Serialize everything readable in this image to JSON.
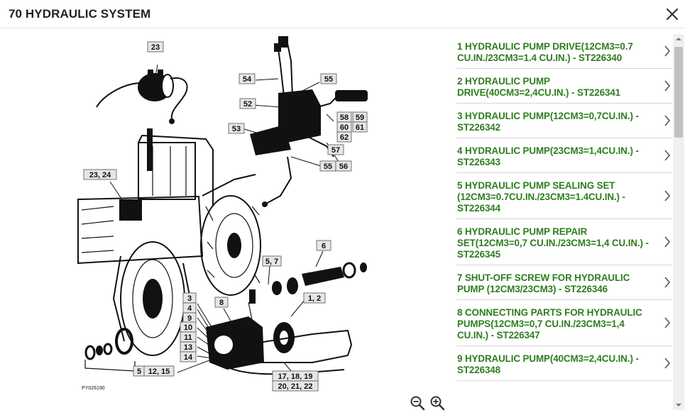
{
  "header": {
    "title": "70 HYDRAULIC SYSTEM"
  },
  "icons": {
    "close": "close-icon",
    "zoom_out": "zoom-out-icon",
    "zoom_in": "zoom-in-icon",
    "chevron": "chevron-right-icon"
  },
  "colors": {
    "link_green": "#2e7d1f",
    "label_box": "#e6e6e6"
  },
  "diagram": {
    "figure_code": "PY026190",
    "callouts": [
      "23",
      "54",
      "55",
      "52",
      "53",
      "58",
      "59",
      "60",
      "61",
      "62",
      "57",
      "55",
      "56",
      "23, 24",
      "6",
      "5, 7",
      "3",
      "4",
      "9",
      "8",
      "1, 2",
      "10",
      "11",
      "13",
      "14",
      "5",
      "12, 15",
      "17, 18, 19",
      "20, 21, 22"
    ]
  },
  "parts_list": [
    {
      "label": "1 HYDRAULIC PUMP DRIVE(12CM3=0.7 CU.IN./23CM3=1.4 CU.IN.) - ST226340"
    },
    {
      "label": "2 HYDRAULIC PUMP DRIVE(40CM3=2,4CU.IN.) - ST226341"
    },
    {
      "label": "3 HYDRAULIC PUMP(12CM3=0,7CU.IN.) - ST226342"
    },
    {
      "label": "4 HYDRAULIC PUMP(23CM3=1,4CU.IN.) - ST226343"
    },
    {
      "label": "5 HYDRAULIC PUMP SEALING SET (12CM3=0.7CU.IN./23CM3=1.4CU.IN.) - ST226344"
    },
    {
      "label": "6 HYDRAULIC PUMP REPAIR SET(12CM3=0,7 CU.IN./23CM3=1,4 CU.IN.) - ST226345"
    },
    {
      "label": "7 SHUT-OFF SCREW FOR HYDRAULIC PUMP (12CM3/23CM3) - ST226346"
    },
    {
      "label": "8 CONNECTING PARTS FOR HYDRAULIC PUMPS(12CM3=0,7 CU.IN./23CM3=1,4 CU.IN.) - ST226347"
    },
    {
      "label": "9 HYDRAULIC PUMP(40CM3=2,4CU.IN.) - ST226348"
    }
  ]
}
